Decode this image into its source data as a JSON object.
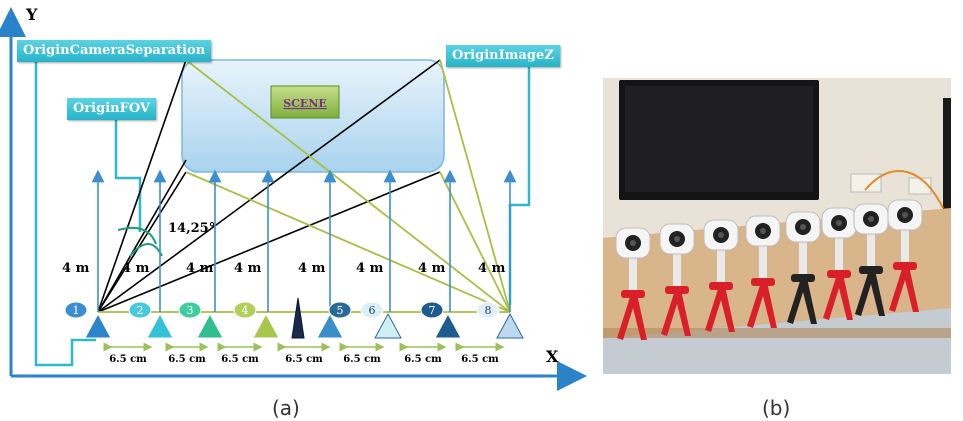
{
  "diagram": {
    "axis_x": "X",
    "axis_y": "Y",
    "labels": {
      "camera_separation": "OriginCameraSeparation",
      "fov": "OriginFOV",
      "image_z": "OriginImageZ",
      "scene": "SCENE",
      "angle": "14,25°"
    },
    "distances": [
      "4 m",
      "4 m",
      "4 m",
      "4 m",
      "4 m",
      "4 m",
      "4 m",
      "4 m"
    ],
    "spacings": [
      "6.5 cm",
      "6.5 cm",
      "6.5 cm",
      "6.5 cm",
      "6.5 cm",
      "6.5 cm",
      "6.5 cm"
    ],
    "cameras": [
      "1",
      "2",
      "3",
      "4",
      "5",
      "6",
      "7",
      "8"
    ],
    "colors": {
      "axis": "#2a83c8",
      "label_box": "#27b3c9",
      "scene_fill": "#cfe8f6",
      "scene_text": "#7a2e8a",
      "ray_black": "#000000",
      "ray_green": "#a8bf43",
      "arrow": "#3b8fd1",
      "spacing_arrow": "#9cc05a"
    }
  },
  "photo": {
    "description_icon": "camera-rig-photo"
  },
  "captions": {
    "a": "(a)",
    "b": "(b)"
  }
}
